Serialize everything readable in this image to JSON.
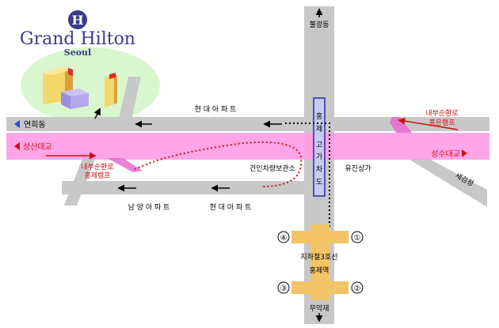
{
  "hotel": {
    "name": "Grand Hilton",
    "city": "Seoul",
    "monogram": "H"
  },
  "directions": {
    "north": "불광동",
    "south": "무악재",
    "west": "연희동",
    "southeast": "세검정"
  },
  "roads": {
    "west_bridge": "성산대교",
    "east_bridge": "성수대교",
    "overpass_chars": [
      "홍",
      "제",
      "고",
      "가",
      "차",
      "도"
    ]
  },
  "ramps": {
    "east_ramp": [
      "내부순환로",
      "홍은램프"
    ],
    "west_ramp": [
      "내부순환로",
      "홍제램프"
    ]
  },
  "landmarks": {
    "apt_north": "현 대 아 파 트",
    "apt_south_west": "남 양 아 파 트",
    "apt_south": "현 대 아 파 트",
    "safety_office": "건인차량보관소",
    "yujin": "유진상가"
  },
  "subway": {
    "line": "지하철3호선",
    "station": "홍제역",
    "exits": [
      "①",
      "②",
      "③",
      "④"
    ]
  },
  "colors": {
    "road": "#c8c8c8",
    "expressway": "#ff9be6",
    "expressway_dark": "#e86ad0",
    "brand": "#3a3a8c",
    "arrow_red": "#cc1111",
    "station": "#f2c466",
    "overpass": "#2a2a9a"
  }
}
